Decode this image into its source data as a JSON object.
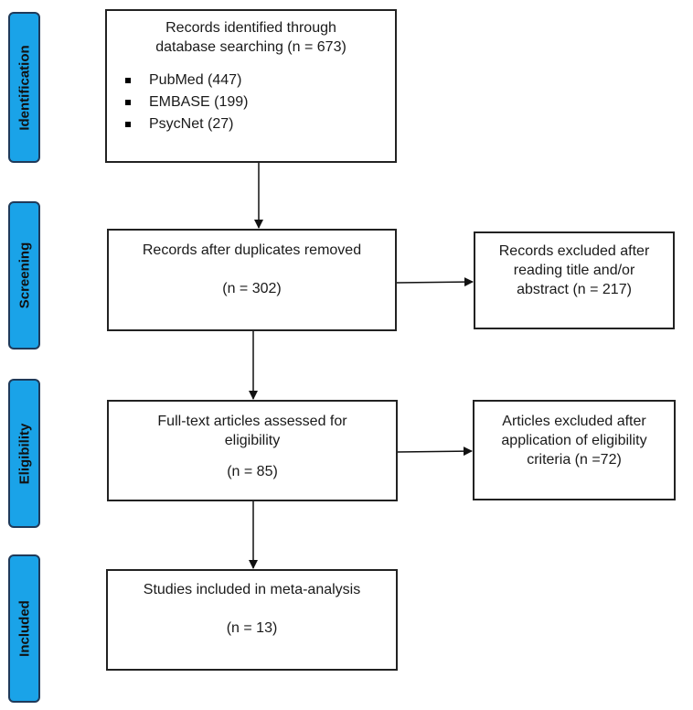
{
  "phases": {
    "identification": "Identification",
    "screening": "Screening",
    "eligibility": "Eligibility",
    "included": "Included"
  },
  "boxes": {
    "identified": {
      "line1": "Records identified through",
      "line2": "database searching (n = 673)",
      "sources": [
        "PubMed (447)",
        "EMBASE (199)",
        "PsycNet (27)"
      ]
    },
    "duplicates_removed": {
      "line1": "Records after duplicates removed",
      "count": "(n = 302)"
    },
    "excluded_title_abstract": {
      "line1": "Records excluded after",
      "line2": "reading title and/or",
      "line3": "abstract (n = 217)"
    },
    "full_text": {
      "line1": "Full-text articles assessed for",
      "line2": "eligibility",
      "count": "(n = 85)"
    },
    "excluded_eligibility": {
      "line1": "Articles excluded after",
      "line2": "application of eligibility",
      "line3": "criteria (n =72)"
    },
    "included": {
      "line1": "Studies included in meta-analysis",
      "count": "(n = 13)"
    }
  }
}
